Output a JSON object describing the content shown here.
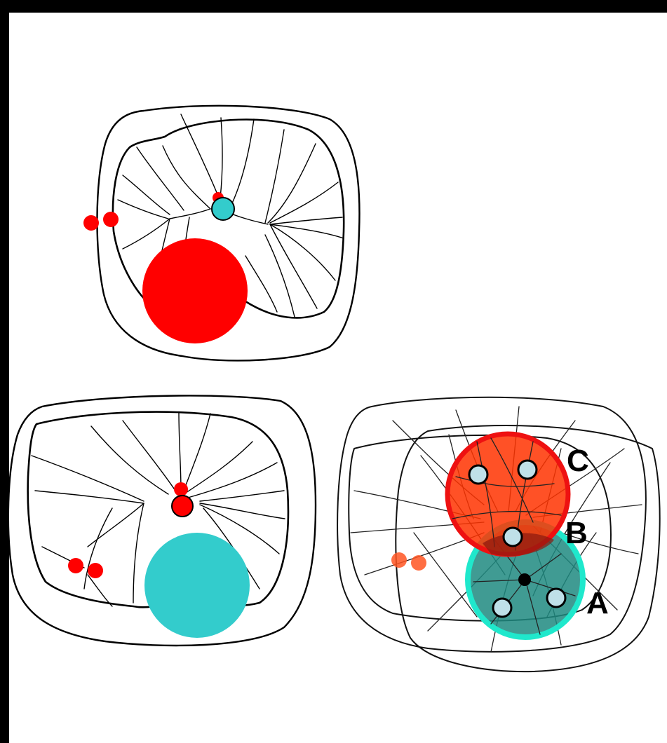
{
  "figure": {
    "labels": {
      "a": "A",
      "b": "B",
      "c": "C"
    },
    "colors": {
      "frame": "#000000",
      "background": "#ffffff",
      "red": "#ff0000",
      "cyan": "#33cccc",
      "overlay_red": "#ff3300",
      "overlay_teal": "#1f8a80",
      "overlay_ring_cyan": "#1fe8cc",
      "overlay_ring_red": "#ee1111",
      "light_dot": "#bfe0e8"
    }
  }
}
